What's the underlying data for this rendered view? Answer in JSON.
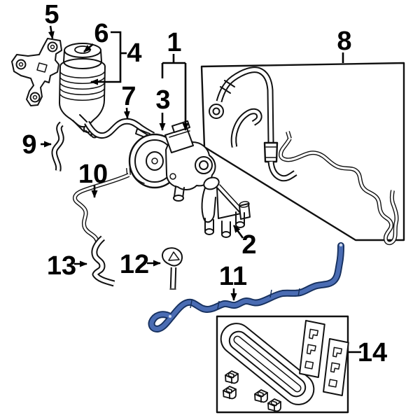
{
  "diagram": {
    "type": "exploded-parts-diagram",
    "background_color": "#ffffff",
    "line_color": "#111111",
    "highlight_fill_color": "#4a6cb3",
    "highlight_outline_color": "#16305e",
    "highlighted_callout": "11",
    "callouts": [
      {
        "label": "5"
      },
      {
        "label": "6"
      },
      {
        "label": "4"
      },
      {
        "label": "7"
      },
      {
        "label": "1"
      },
      {
        "label": "3"
      },
      {
        "label": "8"
      },
      {
        "label": "9"
      },
      {
        "label": "10"
      },
      {
        "label": "13"
      },
      {
        "label": "12"
      },
      {
        "label": "2"
      },
      {
        "label": "11"
      },
      {
        "label": "14"
      }
    ]
  }
}
